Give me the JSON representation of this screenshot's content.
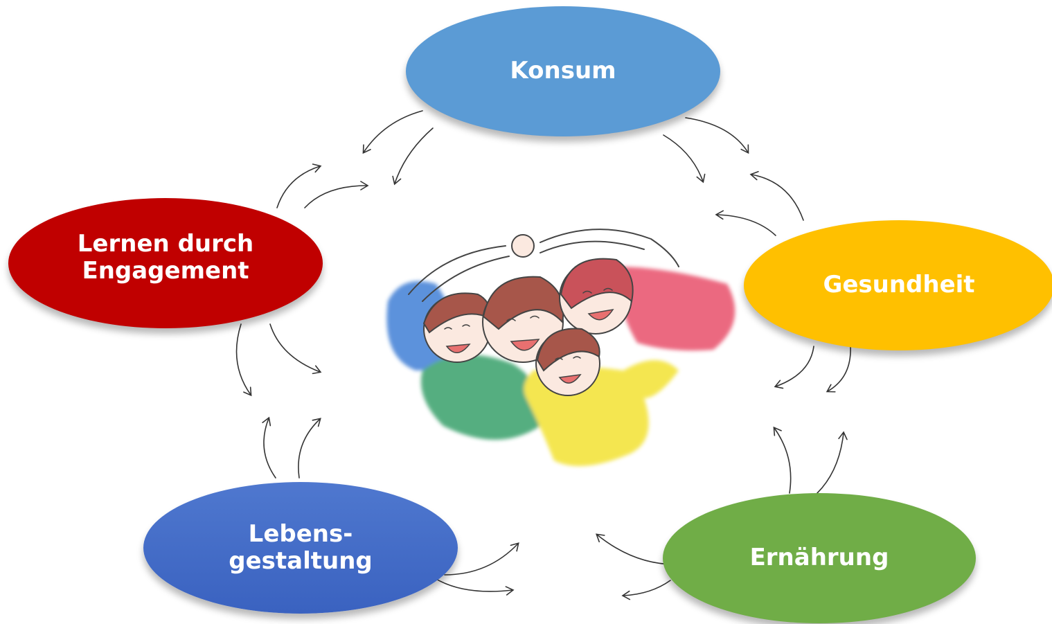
{
  "diagram": {
    "nodes": [
      {
        "id": "konsum",
        "label": "Konsum",
        "color": "#5b9bd5"
      },
      {
        "id": "gesundheit",
        "label": "Gesundheit",
        "color": "#ffc000"
      },
      {
        "id": "ernaehrung",
        "label": "Ernährung",
        "color": "#70ad47"
      },
      {
        "id": "lebensgestaltung",
        "label_line1": "Lebens-",
        "label_line2": "gestaltung",
        "color": "#4472c4"
      },
      {
        "id": "lernen",
        "label_line1": "Lernen durch",
        "label_line2": "Engagement",
        "color": "#c00000"
      }
    ],
    "center_image": "family-hugging-illustration",
    "connector_style": "hand-drawn bidirectional arrows"
  }
}
